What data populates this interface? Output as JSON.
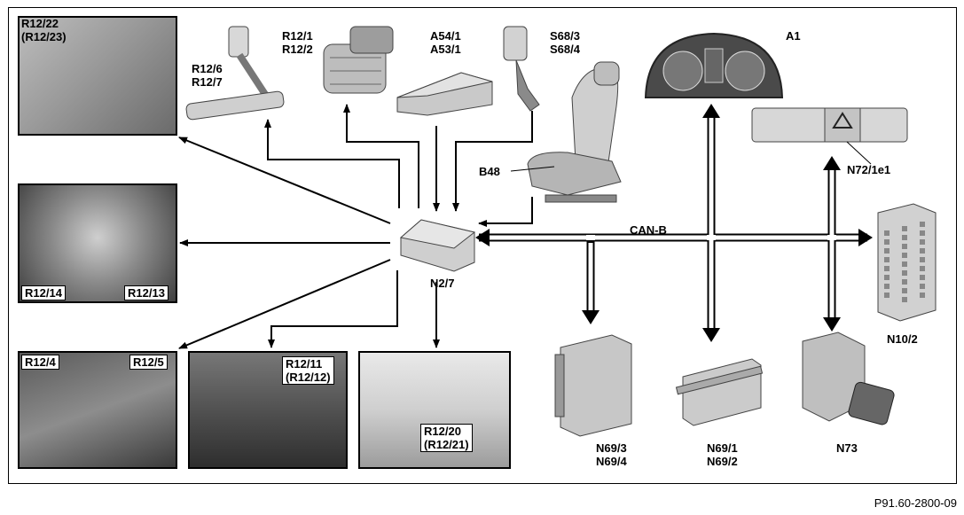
{
  "components": {
    "r12_22": "R12/22\n(R12/23)",
    "r12_6": "R12/6\nR12/7",
    "r12_1": "R12/1\nR12/2",
    "a54_1": "A54/1\nA53/1",
    "s68_3": "S68/3\nS68/4",
    "a1": "A1",
    "n72_1e1": "N72/1e1",
    "b48": "B48",
    "can_b": "CAN-B",
    "n2_7": "N2/7",
    "r12_14": "R12/14",
    "r12_13": "R12/13",
    "n10_2": "N10/2",
    "r12_4": "R12/4",
    "r12_5": "R12/5",
    "r12_11": "R12/11\n(R12/12)",
    "r12_20": "R12/20\n(R12/21)",
    "n69_3": "N69/3\nN69/4",
    "n69_1": "N69/1\nN69/2",
    "n73": "N73"
  },
  "figure_id": "P91.60-2800-09"
}
